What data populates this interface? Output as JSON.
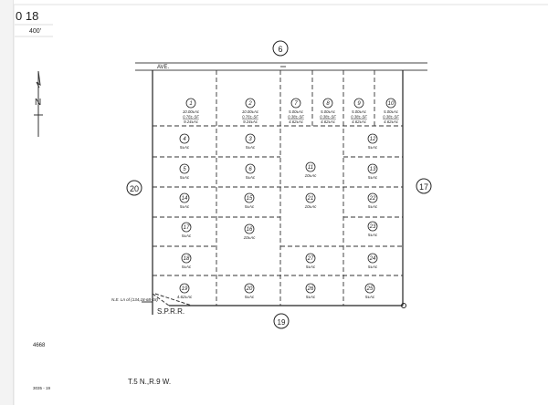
{
  "map": {
    "page_number": "0 18",
    "scale": "400'",
    "road_name": "AVE.",
    "adjacent_sections": {
      "north": "6",
      "west": "20",
      "east": "17",
      "south": "19"
    },
    "railroad_label": "S.P.R.R.",
    "railroad_note": "N.E. Ln of (134,18-68-18)",
    "north_label": "N",
    "map_code": "4668",
    "sheet_ref": "3035 - 19",
    "township_range": "T.5 N.,R.9 W."
  },
  "lots": [
    {
      "number": "1",
      "area": [
        "10.00±Ac",
        "0.76±-SF",
        "9.24±Ac"
      ]
    },
    {
      "number": "2",
      "area": [
        "10.00±Ac",
        "0.76±-SF",
        "9.24±Ac"
      ]
    },
    {
      "number": "7",
      "area": [
        "5.00±Ac",
        "0.38±-SF",
        "4.62±Ac"
      ]
    },
    {
      "number": "8",
      "area": [
        "5.00±Ac",
        "0.38±-SF",
        "4.62±Ac"
      ]
    },
    {
      "number": "9",
      "area": [
        "5.00±Ac",
        "0.38±-SF",
        "4.62±Ac"
      ]
    },
    {
      "number": "10",
      "area": [
        "5.00±Ac",
        "0.38±-SF",
        "4.62±Ac"
      ]
    },
    {
      "number": "4",
      "area": [
        "5±Ac"
      ]
    },
    {
      "number": "3",
      "area": [
        "5±Ac"
      ]
    },
    {
      "number": "12",
      "area": [
        "5±Ac"
      ]
    },
    {
      "number": "5",
      "area": [
        "5±Ac"
      ]
    },
    {
      "number": "6",
      "area": [
        "5±Ac"
      ]
    },
    {
      "number": "11",
      "area": [
        "10±Ac"
      ]
    },
    {
      "number": "13",
      "area": [
        "5±Ac"
      ]
    },
    {
      "number": "14",
      "area": [
        "5±Ac"
      ]
    },
    {
      "number": "15",
      "area": [
        "5±Ac"
      ]
    },
    {
      "number": "21",
      "area": [
        "10±Ac"
      ]
    },
    {
      "number": "22",
      "area": [
        "5±Ac"
      ]
    },
    {
      "number": "17",
      "area": [
        "5±Ac"
      ]
    },
    {
      "number": "16",
      "area": [
        "10±Ac"
      ]
    },
    {
      "number": "23",
      "area": [
        "5±Ac"
      ]
    },
    {
      "number": "18",
      "area": [
        "5±Ac"
      ]
    },
    {
      "number": "27",
      "area": [
        "5±Ac"
      ]
    },
    {
      "number": "24",
      "area": [
        "5±Ac"
      ]
    },
    {
      "number": "19",
      "area": [
        "4.62±Ac"
      ]
    },
    {
      "number": "20",
      "area": [
        "5±Ac"
      ]
    },
    {
      "number": "26",
      "area": [
        "5±Ac"
      ]
    },
    {
      "number": "25",
      "area": [
        "5±Ac"
      ]
    }
  ]
}
